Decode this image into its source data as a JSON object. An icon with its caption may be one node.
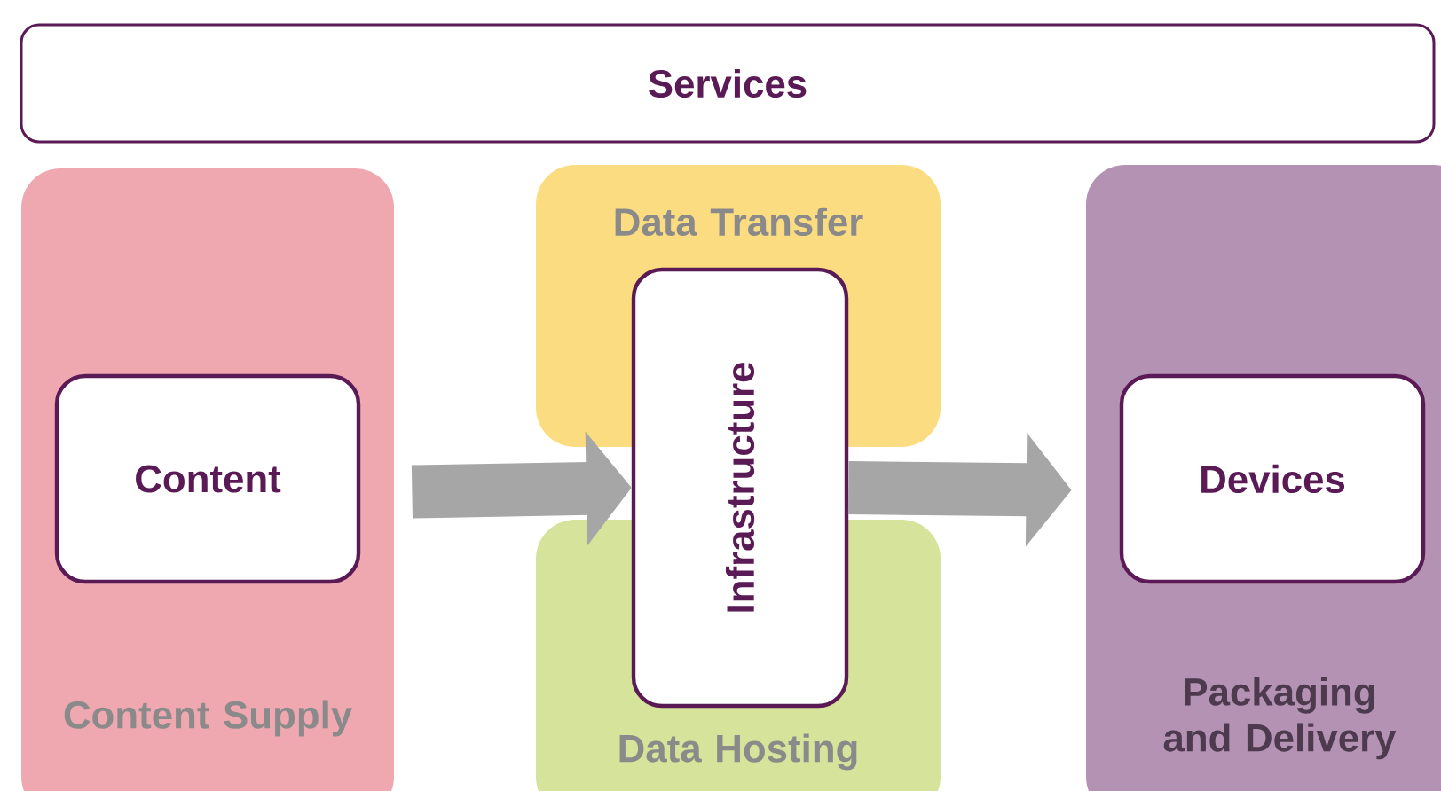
{
  "diagram": {
    "nodes": [
      {
        "text": [
          "Services"
        ]
      },
      {
        "text": [
          "Content Supply"
        ]
      },
      {
        "text": [
          "Content"
        ],
        "in": 1
      },
      {
        "text": [
          "Data Transfer"
        ]
      },
      {
        "text": [
          "Data Hosting"
        ]
      },
      {
        "text": [
          "Infrastructure"
        ]
      },
      {
        "text": [
          "Packaging and Delivery"
        ]
      },
      {
        "text": [
          "Devices"
        ],
        "in": 6
      }
    ],
    "edges": [
      {
        "from": 1,
        "to": 5,
        "arrow": "to"
      },
      {
        "from": 5,
        "to": 6,
        "arrow": "to"
      }
    ]
  }
}
